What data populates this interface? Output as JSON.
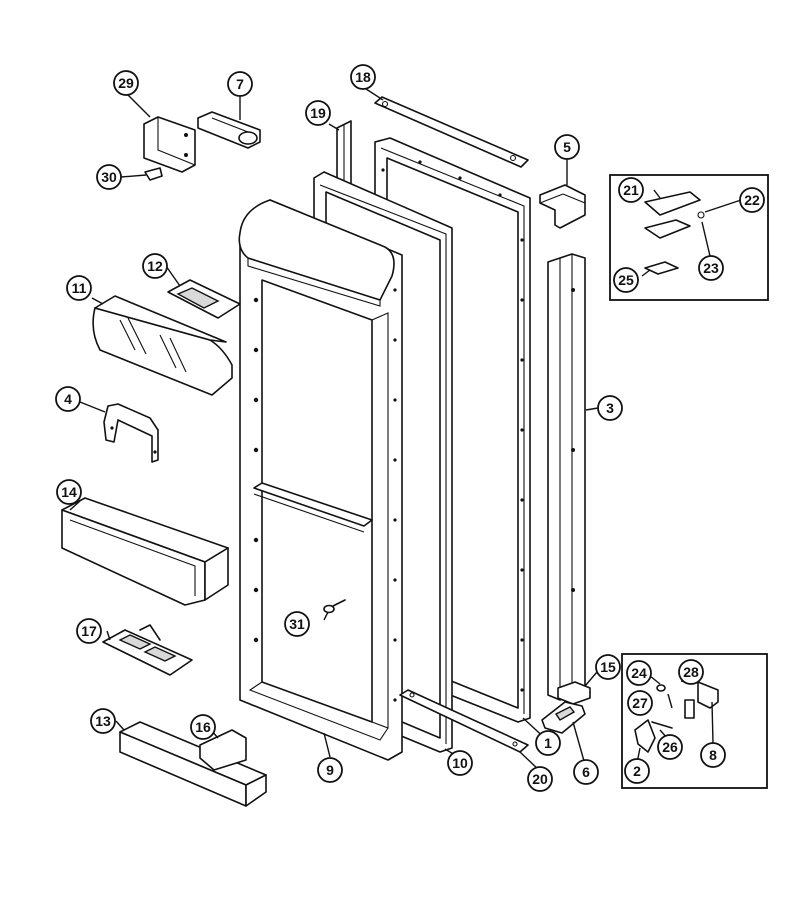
{
  "diagram": {
    "parts": [
      {
        "key": "p1",
        "number": "1"
      },
      {
        "key": "p2",
        "number": "2"
      },
      {
        "key": "p3",
        "number": "3"
      },
      {
        "key": "p4",
        "number": "4"
      },
      {
        "key": "p5",
        "number": "5"
      },
      {
        "key": "p6",
        "number": "6"
      },
      {
        "key": "p7",
        "number": "7"
      },
      {
        "key": "p8",
        "number": "8"
      },
      {
        "key": "p9",
        "number": "9"
      },
      {
        "key": "p10",
        "number": "10"
      },
      {
        "key": "p11",
        "number": "11"
      },
      {
        "key": "p12",
        "number": "12"
      },
      {
        "key": "p13",
        "number": "13"
      },
      {
        "key": "p14",
        "number": "14"
      },
      {
        "key": "p15",
        "number": "15"
      },
      {
        "key": "p16",
        "number": "16"
      },
      {
        "key": "p17",
        "number": "17"
      },
      {
        "key": "p18",
        "number": "18"
      },
      {
        "key": "p19",
        "number": "19"
      },
      {
        "key": "p20",
        "number": "20"
      },
      {
        "key": "p21",
        "number": "21"
      },
      {
        "key": "p22",
        "number": "22"
      },
      {
        "key": "p23",
        "number": "23"
      },
      {
        "key": "p24",
        "number": "24"
      },
      {
        "key": "p25",
        "number": "25"
      },
      {
        "key": "p26",
        "number": "26"
      },
      {
        "key": "p27",
        "number": "27"
      },
      {
        "key": "p28",
        "number": "28"
      },
      {
        "key": "p29",
        "number": "29"
      },
      {
        "key": "p30",
        "number": "30"
      },
      {
        "key": "p31",
        "number": "31"
      }
    ]
  }
}
